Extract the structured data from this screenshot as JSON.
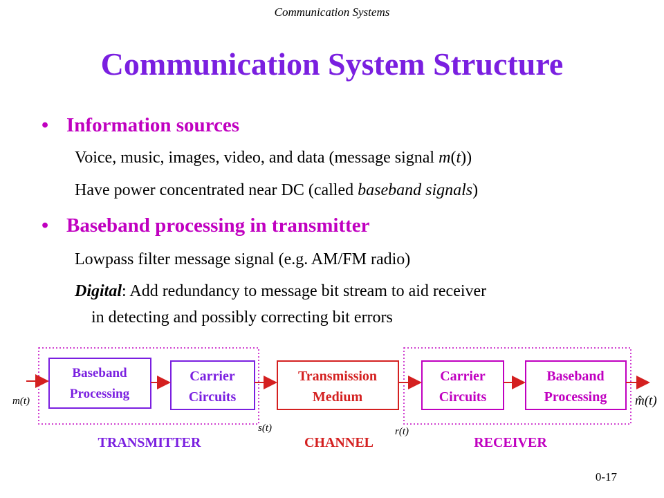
{
  "header": "Communication Systems",
  "title": "Communication System Structure",
  "bullets": [
    {
      "heading": "Information sources",
      "lines": [
        {
          "pre": "Voice, music, images, video, and data (message signal ",
          "em": "m",
          "mid": "(",
          "em2": "t",
          "post": "))"
        },
        {
          "pre": "Have power concentrated near DC (called ",
          "em": "baseband signals",
          "post": ")"
        }
      ]
    },
    {
      "heading": "Baseband processing in transmitter",
      "lines": [
        {
          "text": "Lowpass filter message signal (e.g. AM/FM radio)"
        },
        {
          "strong": "Digital",
          "rest": ": Add redundancy to message bit stream to aid receiver",
          "cont": "in detecting and possibly correcting bit errors"
        }
      ]
    }
  ],
  "diagram": {
    "blocks": [
      {
        "line1": "Baseband",
        "line2": "Processing"
      },
      {
        "line1": "Carrier",
        "line2": "Circuits"
      },
      {
        "line1": "Transmission",
        "line2": "Medium"
      },
      {
        "line1": "Carrier",
        "line2": "Circuits"
      },
      {
        "line1": "Baseband",
        "line2": "Processing"
      }
    ],
    "signals": {
      "input": "m(t)",
      "s": "s(t)",
      "r": "r(t)",
      "output": "m̂(t)"
    },
    "sections": {
      "transmitter": "TRANSMITTER",
      "channel": "CHANNEL",
      "receiver": "RECEIVER"
    },
    "colors": {
      "purple": "#7a1fe0",
      "red": "#d42020",
      "magenta": "#c000c0"
    }
  },
  "slide_number": "0-17"
}
